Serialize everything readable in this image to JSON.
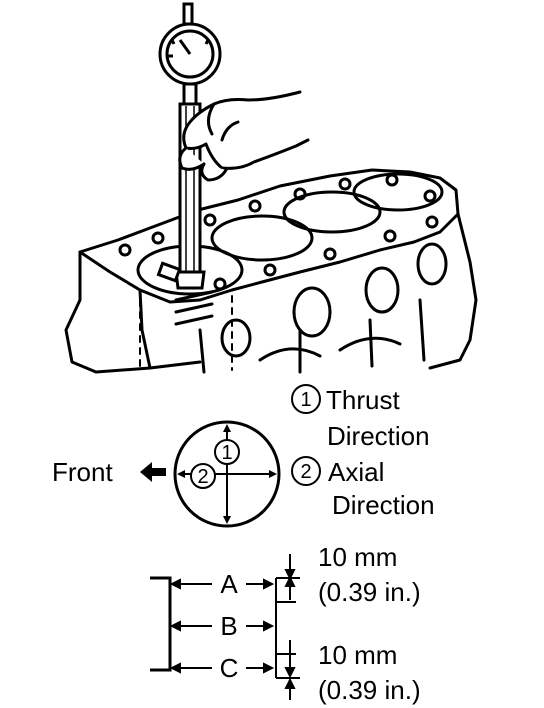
{
  "legend": {
    "item1": {
      "number": "1",
      "line1": "Thrust",
      "line2": "Direction"
    },
    "item2": {
      "number": "2",
      "line1": "Axial",
      "line2": "Direction"
    }
  },
  "bore_view": {
    "front_label": "Front",
    "marker1": "1",
    "marker2": "2"
  },
  "measure_points": {
    "a_label": "A",
    "b_label": "B",
    "c_label": "C",
    "top_offset": {
      "value": "10 mm",
      "imperial": "(0.39 in.)"
    },
    "bottom_offset": {
      "value": "10 mm",
      "imperial": "(0.39 in.)"
    }
  },
  "colors": {
    "ink": "#000000",
    "paper": "#ffffff"
  }
}
